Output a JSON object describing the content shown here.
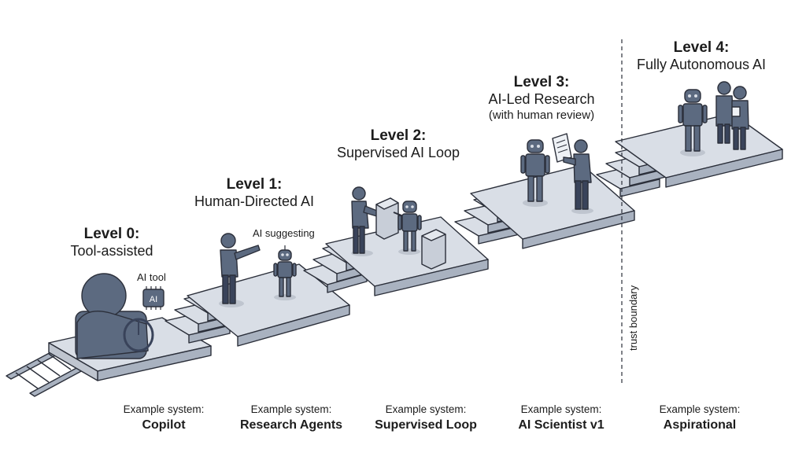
{
  "levels": [
    {
      "title": "Level 0:",
      "subtitle": "Tool-assisted",
      "note": ""
    },
    {
      "title": "Level 1:",
      "subtitle": "Human-Directed AI",
      "note": ""
    },
    {
      "title": "Level 2:",
      "subtitle": "Supervised AI Loop",
      "note": ""
    },
    {
      "title": "Level 3:",
      "subtitle": "AI-Led Research",
      "note": "(with human review)"
    },
    {
      "title": "Level 4:",
      "subtitle": "Fully Autonomous AI",
      "note": ""
    }
  ],
  "annotations": {
    "ai_tool": "AI tool",
    "ai_chip": "AI",
    "ai_suggesting": "AI suggesting",
    "trust_boundary": "trust boundary"
  },
  "examples": [
    {
      "prefix": "Example system:",
      "name": "Copilot"
    },
    {
      "prefix": "Example system:",
      "name": "Research Agents"
    },
    {
      "prefix": "Example system:",
      "name": "Supervised Loop"
    },
    {
      "prefix": "Example system:",
      "name": "AI Scientist v1"
    },
    {
      "prefix": "Example system:",
      "name": "Aspirational"
    }
  ],
  "colors": {
    "figure": "#5c6a80",
    "figure_dark": "#39435a",
    "platform_top": "#d9dee6",
    "platform_side": "#a9b2c0",
    "outline": "#2b2f3a",
    "shadow": "#bfc5cf"
  }
}
